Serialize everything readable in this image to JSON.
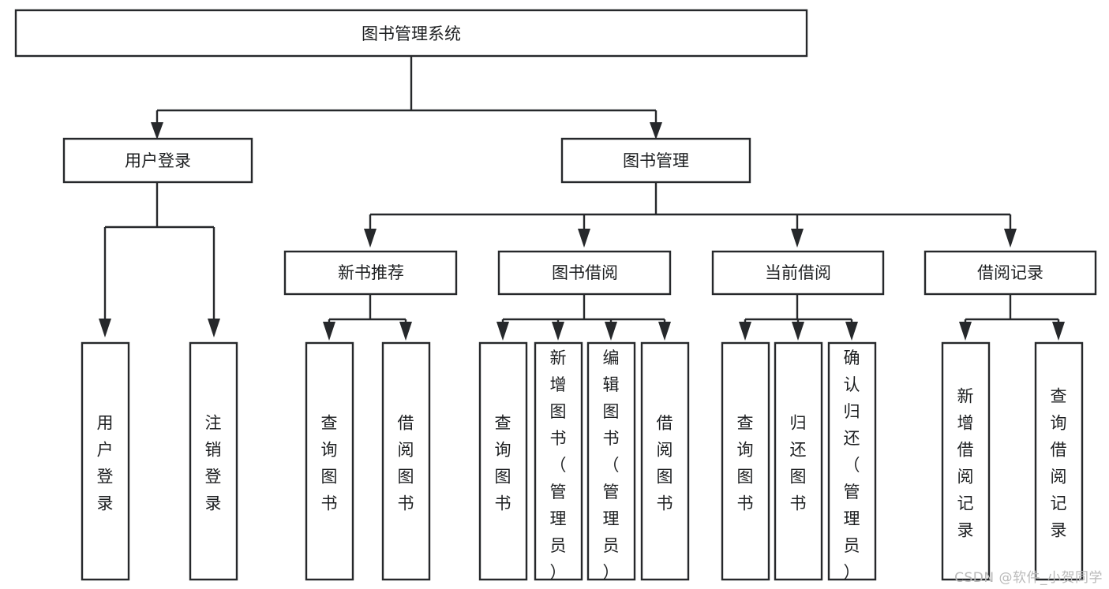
{
  "diagram": {
    "title": "图书管理系统",
    "type": "tree",
    "orientation": "top-down",
    "root": {
      "id": "root",
      "label": "图书管理系统",
      "level": 1
    },
    "level2": [
      {
        "id": "user-login",
        "label": "用户登录",
        "level": 2
      },
      {
        "id": "book-manage",
        "label": "图书管理",
        "level": 2
      }
    ],
    "level3": [
      {
        "id": "new-book-recommend",
        "label": "新书推荐",
        "level": 3,
        "parent": "book-manage"
      },
      {
        "id": "book-borrow",
        "label": "图书借阅",
        "level": 3,
        "parent": "book-manage"
      },
      {
        "id": "current-borrow",
        "label": "当前借阅",
        "level": 3,
        "parent": "book-manage"
      },
      {
        "id": "borrow-record",
        "label": "借阅记录",
        "level": 3,
        "parent": "book-manage"
      }
    ],
    "leaves": [
      {
        "id": "leaf-user-login",
        "label": "用户登录",
        "parent": "user-login"
      },
      {
        "id": "leaf-logout-login",
        "label": "注销登录",
        "parent": "user-login"
      },
      {
        "id": "leaf-query-book-1",
        "label": "查询图书",
        "parent": "new-book-recommend"
      },
      {
        "id": "leaf-borrow-book-1",
        "label": "借阅图书",
        "parent": "new-book-recommend"
      },
      {
        "id": "leaf-query-book-2",
        "label": "查询图书",
        "parent": "book-borrow"
      },
      {
        "id": "leaf-add-book",
        "label": "新增图书（管理员）",
        "parent": "book-borrow"
      },
      {
        "id": "leaf-edit-book",
        "label": "编辑图书（管理员）",
        "parent": "book-borrow"
      },
      {
        "id": "leaf-borrow-book-2",
        "label": "借阅图书",
        "parent": "book-borrow"
      },
      {
        "id": "leaf-query-book-3",
        "label": "查询图书",
        "parent": "current-borrow"
      },
      {
        "id": "leaf-return-book",
        "label": "归还图书",
        "parent": "current-borrow"
      },
      {
        "id": "leaf-confirm-return",
        "label": "确认归还（管理员）",
        "parent": "current-borrow"
      },
      {
        "id": "leaf-add-record",
        "label": "新增借阅记录",
        "parent": "borrow-record"
      },
      {
        "id": "leaf-query-record",
        "label": "查询借阅记录",
        "parent": "borrow-record"
      }
    ],
    "colors": {
      "stroke": "#26282b",
      "fill": "#ffffff",
      "text": "#1d1f21",
      "watermark": "#b9b9b9",
      "background": "#ffffff"
    }
  },
  "watermark": {
    "text": "CSDN @软件_小贺同学"
  }
}
